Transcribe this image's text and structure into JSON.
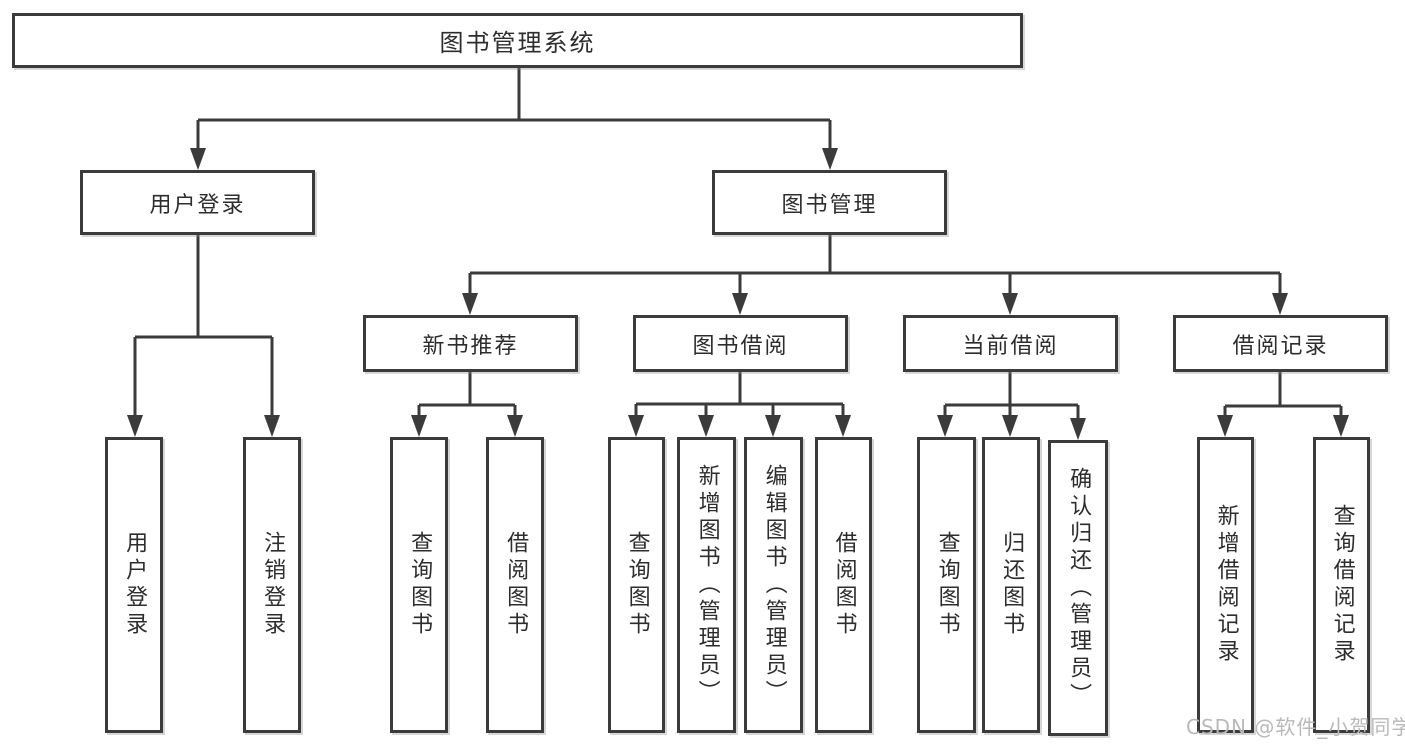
{
  "nodes": {
    "root": "图书管理系统",
    "user_login_group": "用户登录",
    "book_mgmt": "图书管理",
    "user_login": "用户登录",
    "logout": "注销登录",
    "new_book_rec": "新书推荐",
    "book_borrow": "图书借阅",
    "current_borrow": "当前借阅",
    "borrow_records": "借阅记录",
    "nb_query_book": "查询图书",
    "nb_borrow_book": "借阅图书",
    "bb_query_book": "查询图书",
    "bb_add_book": "新增图书（管理员）",
    "bb_edit_book": "编辑图书（管理员）",
    "bb_borrow_book": "借阅图书",
    "cb_query_book": "查询图书",
    "cb_return_book": "归还图书",
    "cb_confirm_return": "确认归还（管理员）",
    "br_add_record": "新增借阅记录",
    "br_query_record": "查询借阅记录"
  },
  "watermark": "CSDN @软件_小贺同学",
  "colors": {
    "line": "#3b3b3b",
    "text": "#2d2d2d",
    "watermark": "#b9b9b9",
    "background": "#ffffff"
  }
}
